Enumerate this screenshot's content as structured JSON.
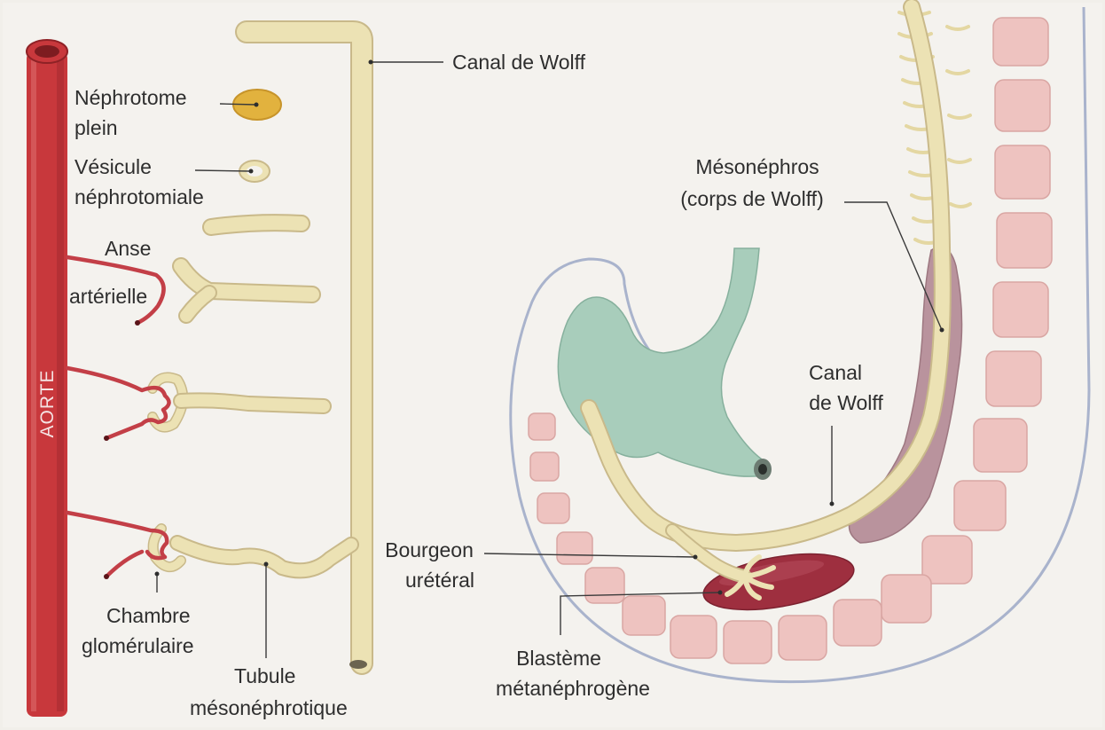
{
  "labels": {
    "canal_wolff_top": "Canal de Wolff",
    "nephrotome_line1": "Néphrotome",
    "nephrotome_line2": "plein",
    "vesicule_line1": "Vésicule",
    "vesicule_line2": "néphrotomiale",
    "anse_line1": "Anse",
    "anse_line2": "artérielle",
    "aorte": "AORTE",
    "chambre_line1": "Chambre",
    "chambre_line2": "glomérulaire",
    "tubule_line1": "Tubule",
    "tubule_line2": "mésonéphrotique",
    "mesonephros_line1": "Mésonéphros",
    "mesonephros_line2": "(corps de Wolff)",
    "canal_wolff_right_line1": "Canal",
    "canal_wolff_right_line2": "de Wolff",
    "bourgeon_line1": "Bourgeon",
    "bourgeon_line2": "urétéral",
    "blasteme_line1": "Blastème",
    "blasteme_line2": "métanéphrogène"
  },
  "colors": {
    "aorta": "#c8383c",
    "artery": "#c33f47",
    "duct": "#ece2b4",
    "duct_edge": "#c9b98a",
    "nephrotome": "#e2b23e",
    "cloaca": "#a8cdbb",
    "mesonephros": "#b9939d",
    "blastema": "#9e2f3f",
    "somite": "#eec3c0",
    "embryo_outline": "#a9b3cc",
    "background": "#f1efea"
  }
}
